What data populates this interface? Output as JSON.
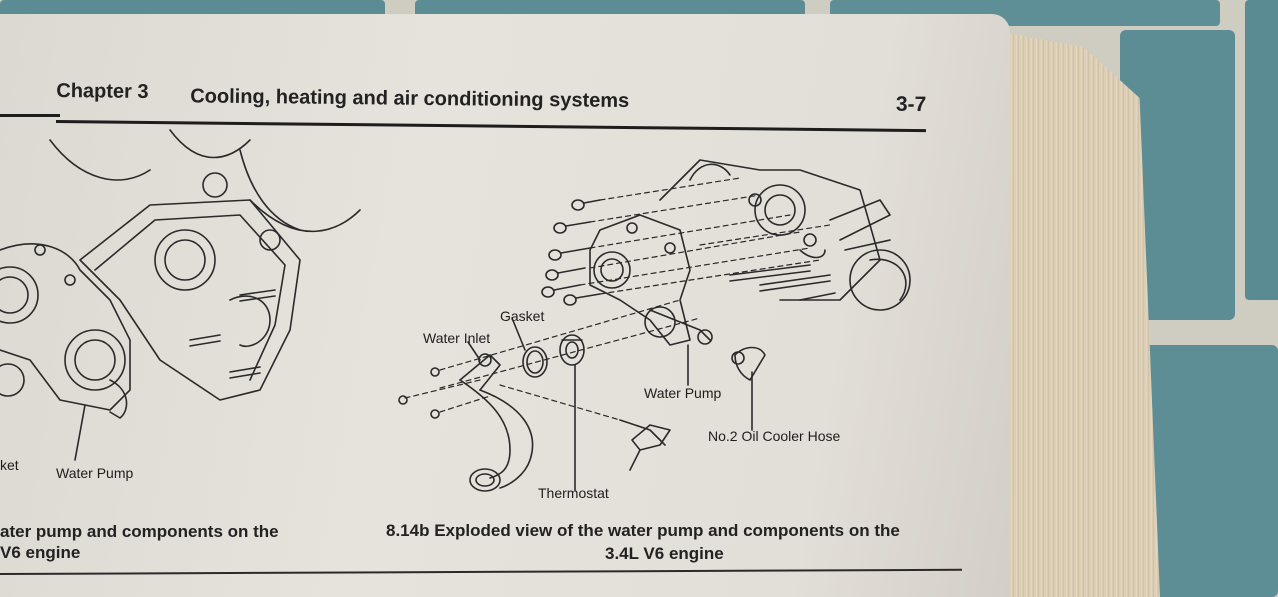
{
  "header": {
    "chapter": "Chapter 3",
    "title": "Cooling, heating and air conditioning systems",
    "page_number": "3-7"
  },
  "left_figure": {
    "labels": {
      "gasket_partial": "ket",
      "water_pump": "Water Pump"
    },
    "caption_line1": "ater pump and components on the",
    "caption_line2": "V6 engine"
  },
  "right_figure": {
    "labels": {
      "gasket": "Gasket",
      "water_inlet": "Water Inlet",
      "water_pump": "Water Pump",
      "oil_cooler_hose": "No.2 Oil Cooler Hose",
      "thermostat": "Thermostat"
    },
    "caption_line1": "8.14b  Exploded view of the water pump and components on the",
    "caption_line2": "3.4L V6 engine"
  },
  "colors": {
    "tile": "#5f8f96",
    "grout": "#cfcdc2",
    "paper": "#e4e0da",
    "ink": "#222222"
  }
}
